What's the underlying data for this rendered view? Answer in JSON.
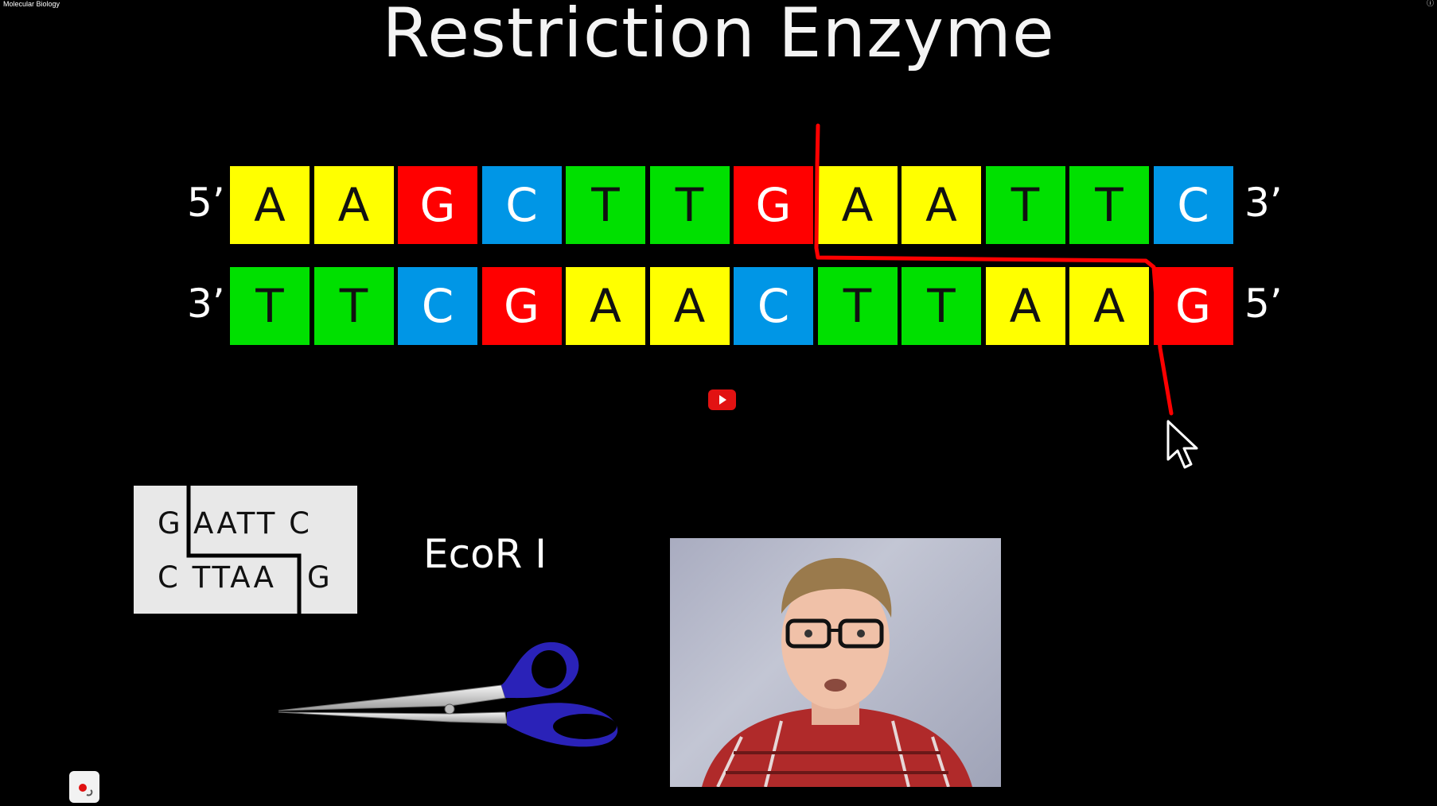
{
  "window": {
    "title": "Molecular Biology"
  },
  "slide": {
    "title": "Restriction Enzyme",
    "top_strand": {
      "left_end": "5’",
      "right_end": "3’",
      "bases": [
        "A",
        "A",
        "G",
        "C",
        "T",
        "T",
        "G",
        "A",
        "A",
        "T",
        "T",
        "C"
      ]
    },
    "bottom_strand": {
      "left_end": "3’",
      "right_end": "5’",
      "bases": [
        "T",
        "T",
        "C",
        "G",
        "A",
        "A",
        "C",
        "T",
        "T",
        "A",
        "A",
        "G"
      ]
    },
    "base_colors": {
      "A": "#ffff00",
      "T": "#00e000",
      "G": "#ff0000",
      "C": "#0096e6"
    },
    "base_text_colors": {
      "A": "#111111",
      "T": "#111111",
      "G": "#ffffff",
      "C": "#ffffff"
    },
    "cut_line_color": "#ff0000",
    "recognition_site": {
      "top_left": "G",
      "top_right": "AATT C",
      "bottom_left": "C TTAA",
      "bottom_right": "G"
    },
    "enzyme_name": "EcoR I"
  },
  "icons": {
    "play": "play-icon",
    "cursor": "mouse-pointer-icon",
    "scissors": "scissors-icon",
    "record": "record-icon"
  }
}
